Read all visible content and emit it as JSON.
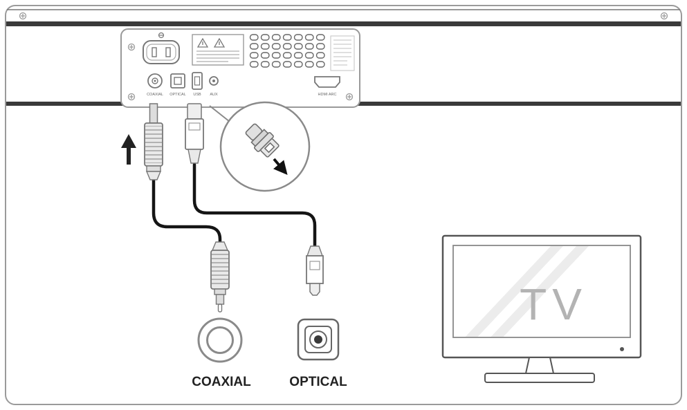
{
  "diagram": {
    "connector_labels": {
      "coaxial": "COAXIAL",
      "optical": "OPTICAL"
    },
    "panel_ports": {
      "coaxial": "COAXIAL",
      "optical": "OPTICAL",
      "usb": "USB",
      "aux": "AUX",
      "hdmi": "HDMI ARC"
    },
    "tv": {
      "label": "TV"
    },
    "colors": {
      "outline": "#777777",
      "dark_band": "#3a3a3a",
      "cable": "#151515",
      "label_text": "#222222",
      "tv_text": "#b3b3b3"
    }
  }
}
